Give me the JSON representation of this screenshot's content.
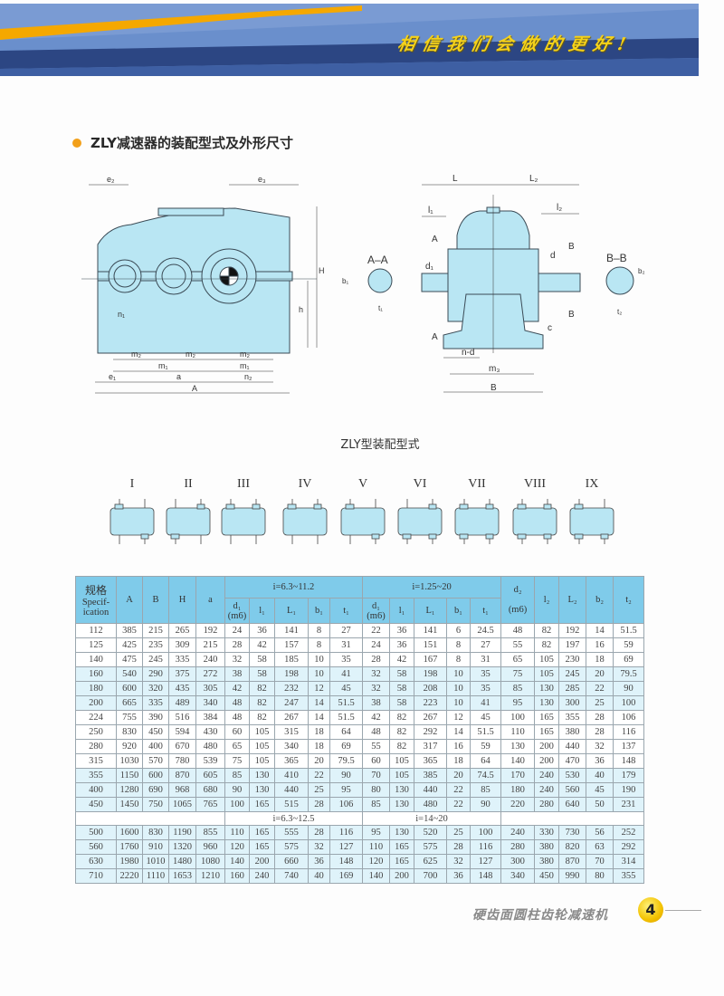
{
  "header": {
    "slogan": "相信我们会做的更好!"
  },
  "section_title": "ZLY减速器的装配型式及外形尺寸",
  "drawing_front": {
    "labels": {
      "e2": "e₂",
      "e3": "e₃",
      "H": "H",
      "h": "h",
      "n1": "n₁",
      "m2a": "m₂",
      "m2b": "m₂",
      "m2c": "m₂",
      "m1a": "m₁",
      "m1b": "m₁",
      "e1": "e₁",
      "a": "a",
      "n2": "n₂",
      "A": "A"
    }
  },
  "drawing_side": {
    "labels": {
      "L": "L",
      "L2": "L₂",
      "l1": "l₁",
      "l2": "l₂",
      "A_top": "A",
      "A_bot": "A",
      "B_top": "B",
      "B_bot": "B",
      "d1": "d₁",
      "d": "d",
      "c": "c",
      "nd": "n-d",
      "m3": "m₃",
      "B": "B",
      "AA": "A–A",
      "BB": "B–B",
      "b1": "b₁",
      "t1": "t₁",
      "b2": "b₂",
      "t2": "t₂"
    }
  },
  "mounting_caption": "ZLY型装配型式",
  "mounting_types": [
    "I",
    "II",
    "III",
    "IV",
    "V",
    "VI",
    "VII",
    "VIII",
    "IX"
  ],
  "table": {
    "header": {
      "spec": "规格",
      "spec_en": "Specif-ication",
      "A": "A",
      "B": "B",
      "H": "H",
      "a": "a",
      "group1": "i=6.3~11.2",
      "group2": "i=1.25~20",
      "d1": "d₁",
      "m6": "(m6)",
      "l1": "l₁",
      "L1": "L₁",
      "b1": "b₁",
      "t1": "t₁",
      "d2": "d₂",
      "l2": "l₂",
      "L2": "L₂",
      "b2": "b₂",
      "t2": "t₂"
    },
    "groups": [
      {
        "style": "white",
        "rows": [
          [
            "112",
            "385",
            "215",
            "265",
            "192",
            "24",
            "36",
            "141",
            "8",
            "27",
            "22",
            "36",
            "141",
            "6",
            "24.5",
            "48",
            "82",
            "192",
            "14",
            "51.5"
          ],
          [
            "125",
            "425",
            "235",
            "309",
            "215",
            "28",
            "42",
            "157",
            "8",
            "31",
            "24",
            "36",
            "151",
            "8",
            "27",
            "55",
            "82",
            "197",
            "16",
            "59"
          ],
          [
            "140",
            "475",
            "245",
            "335",
            "240",
            "32",
            "58",
            "185",
            "10",
            "35",
            "28",
            "42",
            "167",
            "8",
            "31",
            "65",
            "105",
            "230",
            "18",
            "69"
          ]
        ]
      },
      {
        "style": "blue",
        "rows": [
          [
            "160",
            "540",
            "290",
            "375",
            "272",
            "38",
            "58",
            "198",
            "10",
            "41",
            "32",
            "58",
            "198",
            "10",
            "35",
            "75",
            "105",
            "245",
            "20",
            "79.5"
          ],
          [
            "180",
            "600",
            "320",
            "435",
            "305",
            "42",
            "82",
            "232",
            "12",
            "45",
            "32",
            "58",
            "208",
            "10",
            "35",
            "85",
            "130",
            "285",
            "22",
            "90"
          ],
          [
            "200",
            "665",
            "335",
            "489",
            "340",
            "48",
            "82",
            "247",
            "14",
            "51.5",
            "38",
            "58",
            "223",
            "10",
            "41",
            "95",
            "130",
            "300",
            "25",
            "100"
          ]
        ]
      },
      {
        "style": "white",
        "rows": [
          [
            "224",
            "755",
            "390",
            "516",
            "384",
            "48",
            "82",
            "267",
            "14",
            "51.5",
            "42",
            "82",
            "267",
            "12",
            "45",
            "100",
            "165",
            "355",
            "28",
            "106"
          ],
          [
            "250",
            "830",
            "450",
            "594",
            "430",
            "60",
            "105",
            "315",
            "18",
            "64",
            "48",
            "82",
            "292",
            "14",
            "51.5",
            "110",
            "165",
            "380",
            "28",
            "116"
          ],
          [
            "280",
            "920",
            "400",
            "670",
            "480",
            "65",
            "105",
            "340",
            "18",
            "69",
            "55",
            "82",
            "317",
            "16",
            "59",
            "130",
            "200",
            "440",
            "32",
            "137"
          ],
          [
            "315",
            "1030",
            "570",
            "780",
            "539",
            "75",
            "105",
            "365",
            "20",
            "79.5",
            "60",
            "105",
            "365",
            "18",
            "64",
            "140",
            "200",
            "470",
            "36",
            "148"
          ]
        ]
      },
      {
        "style": "blue",
        "rows": [
          [
            "355",
            "1150",
            "600",
            "870",
            "605",
            "85",
            "130",
            "410",
            "22",
            "90",
            "70",
            "105",
            "385",
            "20",
            "74.5",
            "170",
            "240",
            "530",
            "40",
            "179"
          ],
          [
            "400",
            "1280",
            "690",
            "968",
            "680",
            "90",
            "130",
            "440",
            "25",
            "95",
            "80",
            "130",
            "440",
            "22",
            "85",
            "180",
            "240",
            "560",
            "45",
            "190"
          ],
          [
            "450",
            "1450",
            "750",
            "1065",
            "765",
            "100",
            "165",
            "515",
            "28",
            "106",
            "85",
            "130",
            "480",
            "22",
            "90",
            "220",
            "280",
            "640",
            "50",
            "231"
          ]
        ]
      }
    ],
    "separator": {
      "group1": "i=6.3~12.5",
      "group2": "i=14~20"
    },
    "groups_after": [
      {
        "style": "blue",
        "rows": [
          [
            "500",
            "1600",
            "830",
            "1190",
            "855",
            "110",
            "165",
            "555",
            "28",
            "116",
            "95",
            "130",
            "520",
            "25",
            "100",
            "240",
            "330",
            "730",
            "56",
            "252"
          ],
          [
            "560",
            "1760",
            "910",
            "1320",
            "960",
            "120",
            "165",
            "575",
            "32",
            "127",
            "110",
            "165",
            "575",
            "28",
            "116",
            "280",
            "380",
            "820",
            "63",
            "292"
          ],
          [
            "630",
            "1980",
            "1010",
            "1480",
            "1080",
            "140",
            "200",
            "660",
            "36",
            "148",
            "120",
            "165",
            "625",
            "32",
            "127",
            "300",
            "380",
            "870",
            "70",
            "314"
          ],
          [
            "710",
            "2220",
            "1110",
            "1653",
            "1210",
            "160",
            "240",
            "740",
            "40",
            "169",
            "140",
            "200",
            "700",
            "36",
            "148",
            "340",
            "450",
            "990",
            "80",
            "355"
          ]
        ]
      }
    ]
  },
  "footer": {
    "title": "硬齿面圆柱齿轮减速机",
    "page": "4"
  },
  "colors": {
    "banner_blue": "#5a7fbf",
    "banner_dark": "#2c4683",
    "stripe": "#f5a800",
    "body_blue": "#b9e6f3",
    "header_cell": "#7fcbea",
    "row_blue": "#dff3fa"
  }
}
